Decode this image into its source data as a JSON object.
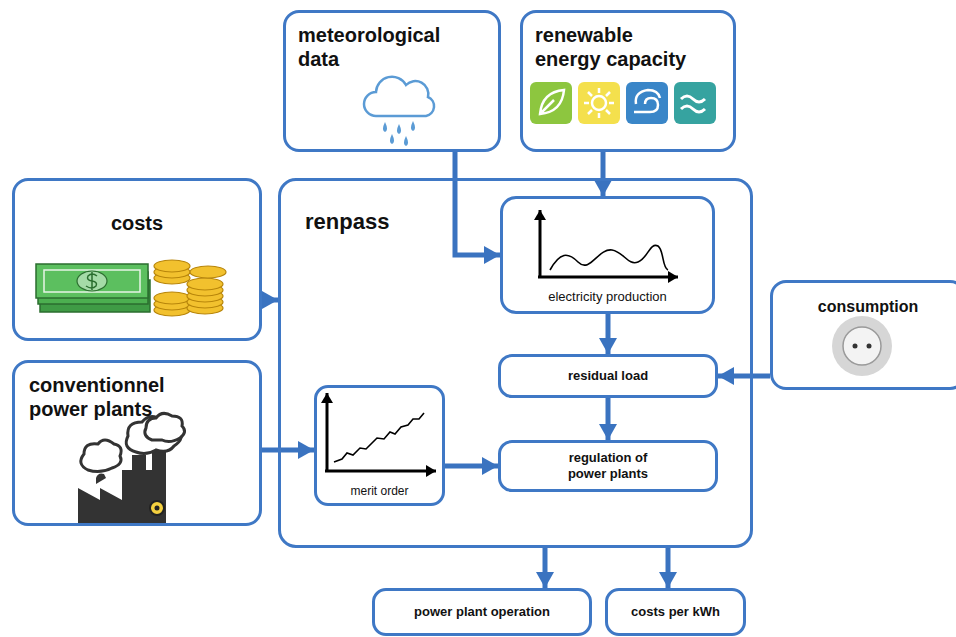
{
  "diagram": {
    "nodes": [
      {
        "text": [
          "meteorological data"
        ]
      },
      {
        "text": [
          "renewable energy capacity"
        ]
      },
      {
        "text": [
          "costs"
        ]
      },
      {
        "text": [
          "renpass"
        ]
      },
      {
        "text": [
          "electricity production"
        ],
        "in": 3
      },
      {
        "text": [
          "consumption"
        ]
      },
      {
        "text": [
          "residual load"
        ],
        "in": 3
      },
      {
        "text": [
          "conventionnel power plants"
        ]
      },
      {
        "text": [
          "merit order"
        ],
        "in": 3
      },
      {
        "text": [
          "regulation of power plants"
        ],
        "in": 3
      },
      {
        "text": [
          "power plant operation"
        ]
      },
      {
        "text": [
          "costs per kWh"
        ]
      }
    ],
    "edges": [
      {
        "from": 0,
        "to": 4,
        "arrow": "to"
      },
      {
        "from": 1,
        "to": 4,
        "arrow": "to"
      },
      {
        "from": 2,
        "to": 3,
        "arrow": "to"
      },
      {
        "from": 4,
        "to": 6,
        "arrow": "to"
      },
      {
        "from": 5,
        "to": 6,
        "arrow": "to"
      },
      {
        "from": 6,
        "to": 9,
        "arrow": "to"
      },
      {
        "from": 7,
        "to": 8,
        "arrow": "to"
      },
      {
        "from": 8,
        "to": 9,
        "arrow": "to"
      },
      {
        "from": 3,
        "to": 10,
        "arrow": "to"
      },
      {
        "from": 3,
        "to": 11,
        "arrow": "to"
      }
    ]
  }
}
